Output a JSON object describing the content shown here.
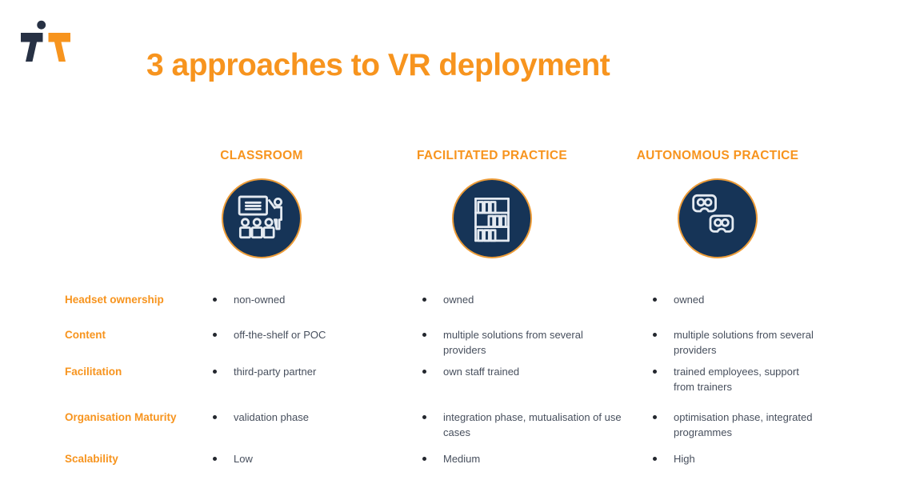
{
  "page": {
    "title": "3 approaches to VR deployment"
  },
  "logo": {
    "name": "walking-person-brand-logo"
  },
  "colors": {
    "orange": "#F7941E",
    "circle_navy": "#163457",
    "circle_ring": "#EC9C38",
    "body_text": "#474F5D",
    "logo_navy": "#273144"
  },
  "rows": {
    "labels": [
      "Headset ownership",
      "Content",
      "Facilitation",
      "Organisation Maturity",
      "Scalability"
    ]
  },
  "columns": [
    {
      "header": "CLASSROOM",
      "icon": "classroom-training-icon",
      "values": [
        "non-owned",
        "off-the-shelf or POC",
        "third-party partner",
        "validation phase",
        "Low"
      ]
    },
    {
      "header": "FACILITATED PRACTICE",
      "icon": "headset-shelf-icon",
      "values": [
        "owned",
        "multiple solutions from several\nproviders",
        "own staff trained",
        "integration phase, mutualisation of use\ncases",
        "Medium"
      ]
    },
    {
      "header": "AUTONOMOUS PRACTICE",
      "icon": "vr-headsets-icon",
      "values": [
        "owned",
        "multiple solutions from several\nproviders",
        "trained employees, support\nfrom trainers",
        "optimisation phase, integrated\nprogrammes",
        "High"
      ]
    }
  ]
}
